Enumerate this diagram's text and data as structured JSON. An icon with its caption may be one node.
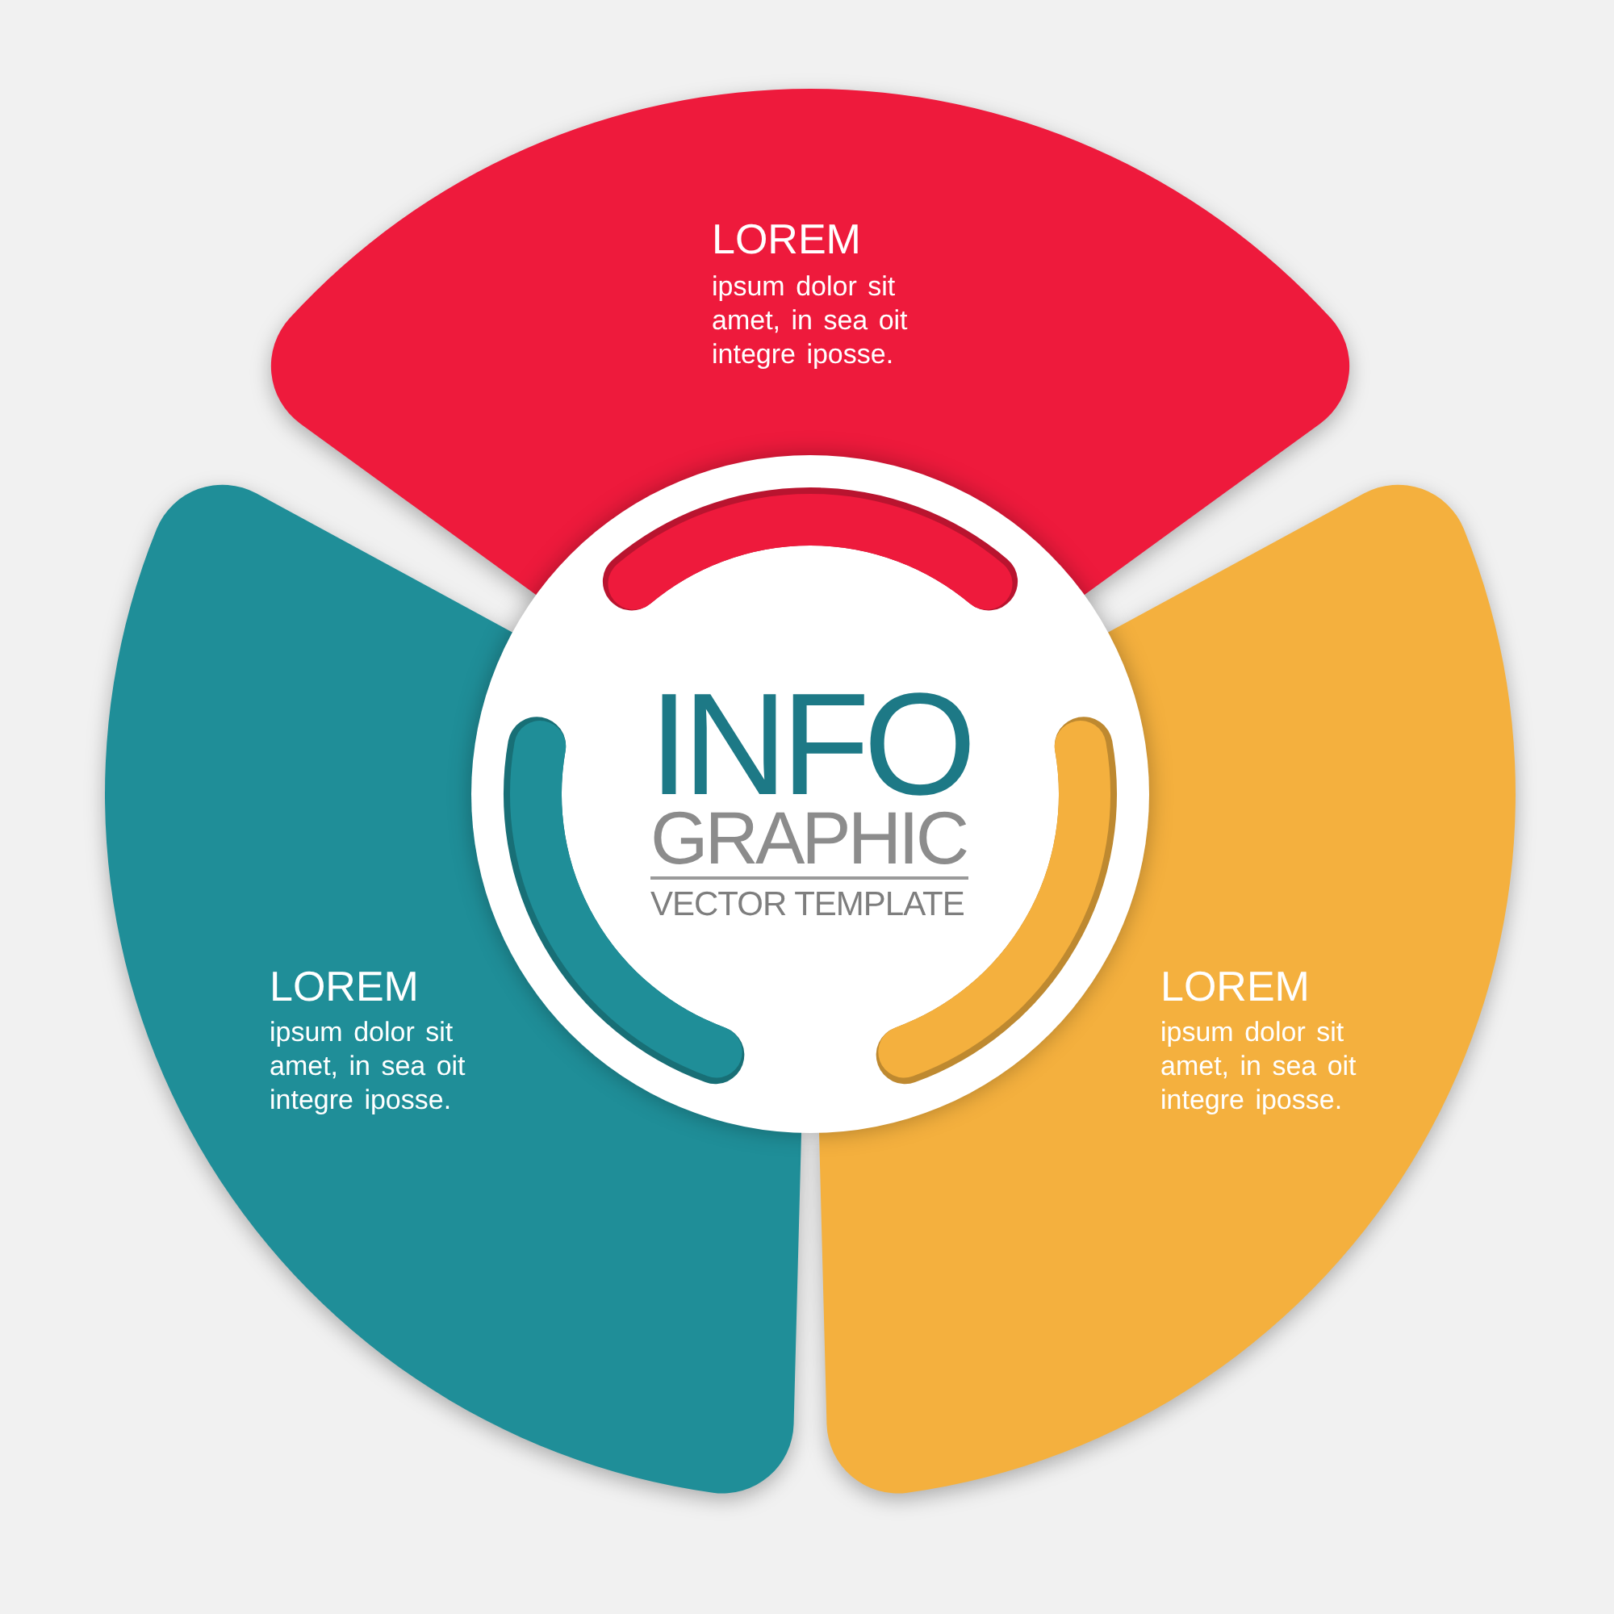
{
  "diagram": {
    "nodes": [
      {
        "text": [
          "LOREM",
          "ipsum dolor sit amet, in sea oit integre iposse."
        ]
      },
      {
        "text": [
          "INFO",
          "GRAPHIC",
          "VECTOR TEMPLATE"
        ]
      },
      {
        "text": [
          "LOREM",
          "ipsum dolor sit amet, in sea oit integre iposse."
        ]
      },
      {
        "text": [
          "LOREM",
          "ipsum dolor sit amet, in sea oit integre iposse."
        ]
      }
    ]
  }
}
